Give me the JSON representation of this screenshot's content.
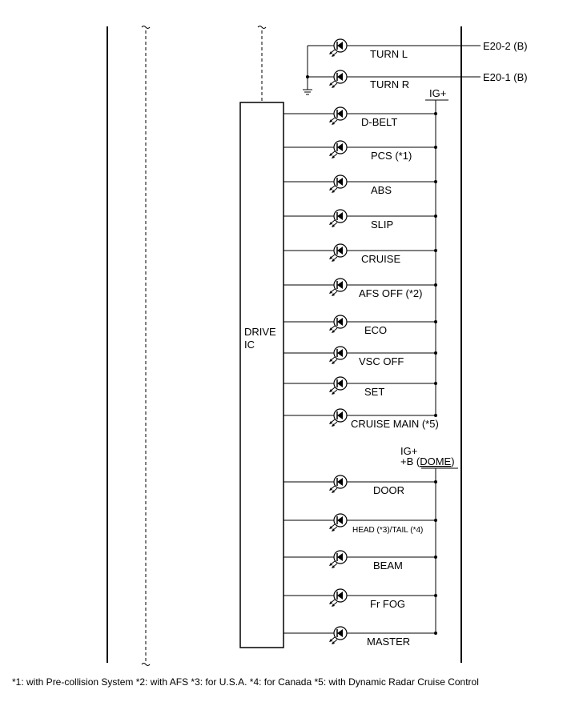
{
  "connectors": {
    "e20_2": "E20-2 (B)",
    "e20_1": "E20-1 (B)"
  },
  "supplies": {
    "ig_top": "IG+",
    "ig_bottom": "IG+",
    "b_prefix": "+B (",
    "dome": "DOME",
    "b_suffix": ")"
  },
  "drive_ic": {
    "line1": "DRIVE",
    "line2": "IC"
  },
  "turn_lamps": [
    "TURN L",
    "TURN R"
  ],
  "ig_lamps": [
    "D-BELT",
    "PCS (*1)",
    "ABS",
    "SLIP",
    "CRUISE",
    "AFS OFF (*2)",
    "ECO",
    "VSC OFF",
    "SET",
    "CRUISE MAIN (*5)"
  ],
  "b_lamps": [
    "DOOR",
    "HEAD (*3)/TAIL (*4)",
    "BEAM",
    "Fr FOG",
    "MASTER"
  ],
  "footnote": "*1: with Pre-collision System   *2: with AFS  *3: for U.S.A.  *4: for Canada   *5: with Dynamic Radar Cruise Control",
  "colors": {
    "line": "#000000",
    "background": "#ffffff"
  },
  "icons": {
    "lamp": "led-lamp-icon",
    "ground": "ground-icon"
  }
}
